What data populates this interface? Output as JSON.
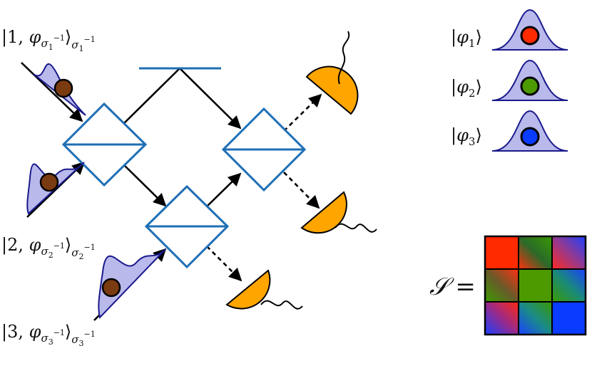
{
  "inputs": [
    {
      "ket_open": "|",
      "number": "1",
      "sep": ", ",
      "phi": "φ",
      "sub_sigma": "σ",
      "sub_index": "1",
      "exp": "−1",
      "ket_close": "⟩"
    },
    {
      "ket_open": "|",
      "number": "2",
      "sep": ", ",
      "phi": "φ",
      "sub_sigma": "σ",
      "sub_index": "2",
      "exp": "−1",
      "ket_close": "⟩"
    },
    {
      "ket_open": "|",
      "number": "3",
      "sep": ", ",
      "phi": "φ",
      "sub_sigma": "σ",
      "sub_index": "3",
      "exp": "−1",
      "ket_close": "⟩"
    }
  ],
  "legend": [
    {
      "ket_open": "|",
      "phi": "φ",
      "index": "1",
      "ket_close": "⟩",
      "color": "#ff2a00"
    },
    {
      "ket_open": "|",
      "phi": "φ",
      "index": "2",
      "ket_close": "⟩",
      "color": "#4d9a00"
    },
    {
      "ket_open": "|",
      "phi": "φ",
      "index": "3",
      "ket_close": "⟩",
      "color": "#0a3cff"
    }
  ],
  "matrix": {
    "symbol": "𝒮",
    "equals": "=",
    "cells": [
      [
        "#ff2a00",
        "#3d8a2a",
        "#a0307a"
      ],
      [
        "#5a6a3a",
        "#4d9a00",
        "#1a8a8a"
      ],
      [
        "#b0306a",
        "#1a8080",
        "#0a3cff"
      ]
    ]
  },
  "colors": {
    "beamsplitter": "#1f6fb5",
    "detector": "#ffa500",
    "photon": "#7a3b10",
    "wavepacket_fill": "#b9b9ec",
    "wavepacket_stroke": "#1a1a8c"
  }
}
